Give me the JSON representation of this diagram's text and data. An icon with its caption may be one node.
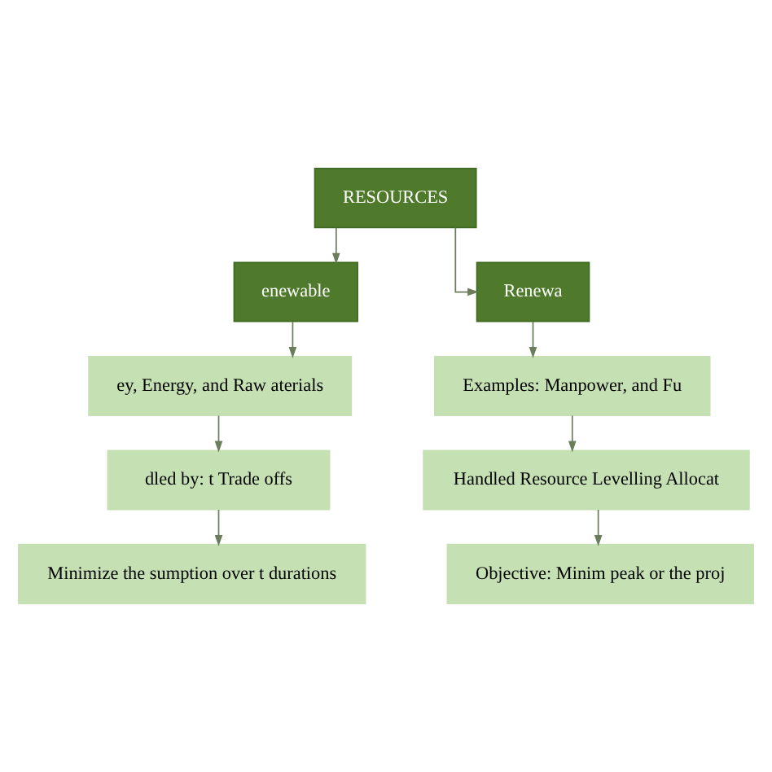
{
  "diagram": {
    "nodes": [
      {
        "text": [
          "RESOURCES"
        ]
      },
      {
        "text": [
          "enewable"
        ]
      },
      {
        "text": [
          "ey, Energy, and Raw aterials"
        ]
      },
      {
        "text": [
          "dled by: t Trade offs"
        ]
      },
      {
        "text": [
          "Minimize the sumption over t durations"
        ]
      },
      {
        "text": [
          "Renewa"
        ]
      },
      {
        "text": [
          "Examples: Manpower, and Fu"
        ]
      },
      {
        "text": [
          "Handled Resource Levelling Allocat"
        ]
      },
      {
        "text": [
          "Objective: Minim peak or the proj"
        ]
      }
    ],
    "edges": [
      {
        "from": 0,
        "to": 1,
        "arrow": "to"
      },
      {
        "from": 0,
        "to": 5,
        "arrow": "to"
      },
      {
        "from": 1,
        "to": 2,
        "arrow": "to"
      },
      {
        "from": 2,
        "to": 3,
        "arrow": "to"
      },
      {
        "from": 3,
        "to": 4,
        "arrow": "to"
      },
      {
        "from": 5,
        "to": 6,
        "arrow": "to"
      },
      {
        "from": 6,
        "to": 7,
        "arrow": "to"
      },
      {
        "from": 7,
        "to": 8,
        "arrow": "to"
      }
    ]
  }
}
